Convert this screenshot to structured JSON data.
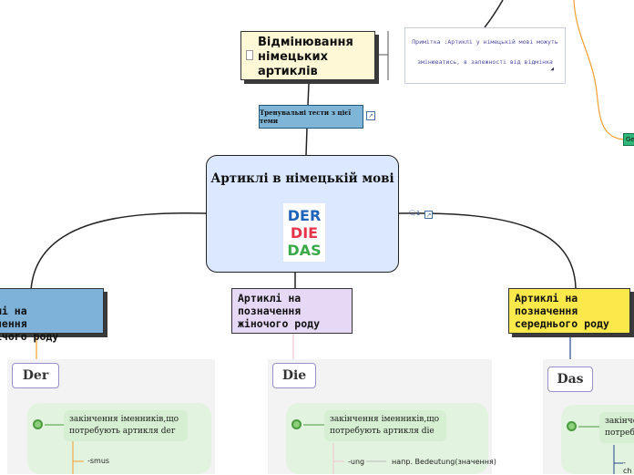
{
  "nodes": {
    "declension": "Відмінювання німецьких артиклів",
    "note": "Примітка :Артиклі у німецькій мові можуть змінюватись, в залежності від відмінка",
    "tests": "Тренувальні тести з цієї теми",
    "central_title": "Артиклі в німецькій мові",
    "logo": {
      "der": "DER",
      "die": "DIE",
      "das": "DAS"
    },
    "left_branch": "лі на\nчення\nічого роду",
    "middle_branch": "Артиклі на позначення жіночого роду",
    "right_branch": "Артиклі на позначення середнього роду",
    "right_edge_tag": "Ge",
    "comment_count": "1"
  },
  "sections": {
    "der": {
      "label": "Der",
      "card": "закінчення іменників,що потребують артикля der",
      "item1": "-smus"
    },
    "die": {
      "label": "Die",
      "card": "закінчення іменників,що потребують артикля die",
      "item1": "-ung",
      "item1_example": "напр. Bedeutung(значення)"
    },
    "das": {
      "label": "Das",
      "card": "закінчення іменників,що потребують артикля das",
      "item1": "-ch"
    }
  },
  "colors": {
    "central_bg": "#dbe8ff",
    "left_branch_bg": "#7fb2d8",
    "middle_branch_bg": "#e6d9f5",
    "right_branch_bg": "#fbe84a",
    "tests_bg": "#7fb6d8",
    "declension_bg": "#fff8d6",
    "connector_orange": "#f0a030"
  }
}
